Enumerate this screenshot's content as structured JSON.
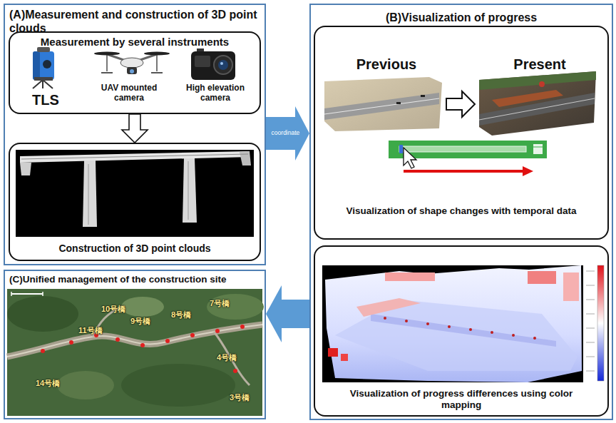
{
  "diagram": {
    "nodes": [
      {
        "text": [
          "(A)Measurement and construction of 3D point clouds"
        ]
      },
      {
        "text": [
          "Measurement by several instruments",
          "TLS",
          "UAV mounted camera",
          "High elevation camera"
        ],
        "in": 0
      },
      {
        "text": [
          "Construction of 3D point clouds"
        ],
        "in": 0
      },
      {
        "text": [
          "(B)Visualization of progress"
        ]
      },
      {
        "text": [
          "Previous",
          "Present",
          "Visualization of shape changes with temporal data"
        ],
        "in": 3
      },
      {
        "text": [
          "Visualization of progress differences using color mapping"
        ],
        "in": 3
      },
      {
        "text": [
          "(C)Unified management of the construction site"
        ]
      }
    ],
    "edges": [
      {
        "from": 1,
        "to": 2,
        "arrow": "to"
      },
      {
        "from": 0,
        "to": 3,
        "label": "coordinate",
        "arrow": "to"
      },
      {
        "from": 3,
        "to": 6,
        "arrow": "to"
      }
    ],
    "labels": [
      "10号橋",
      "9号橋",
      "8号橋",
      "7号橋",
      "11号橋",
      "4号橋",
      "14号橋",
      "3号橋"
    ]
  }
}
